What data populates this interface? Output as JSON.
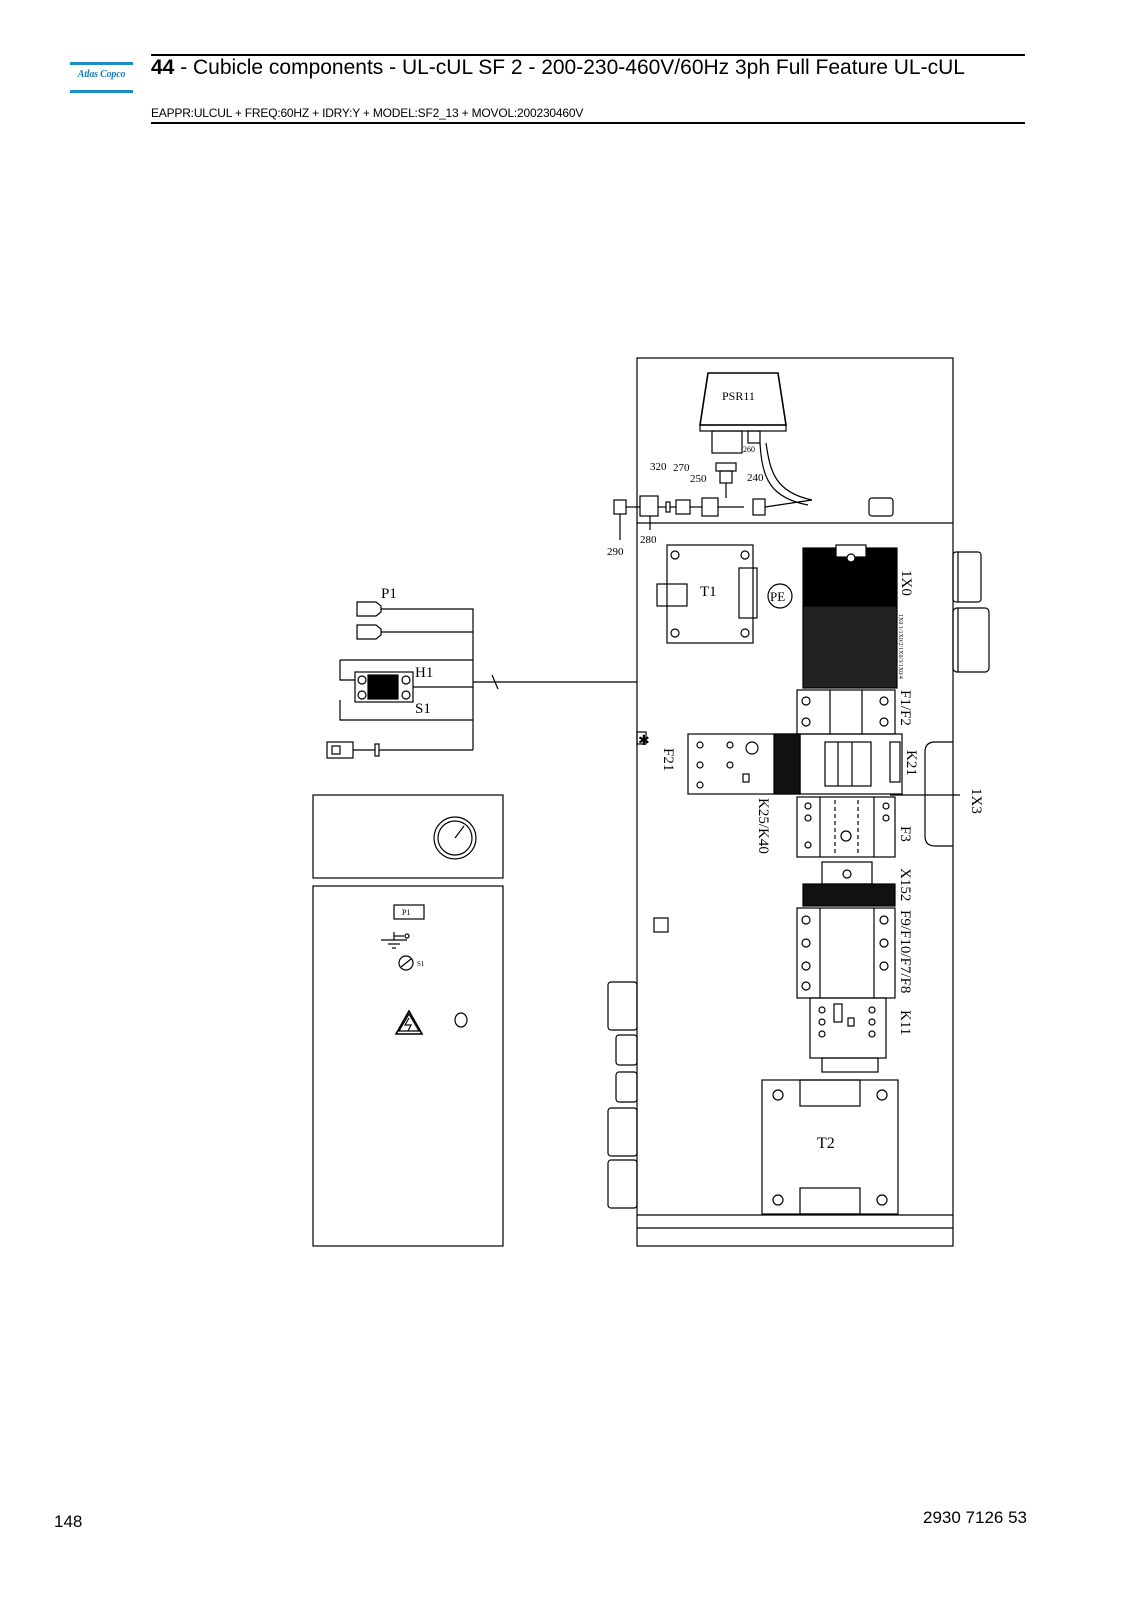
{
  "header": {
    "logo_text": "Atlas Copco",
    "title_number": "44",
    "title_text": " - Cubicle components - UL-cUL SF 2 - 200-230-460V/60Hz 3ph Full Feature UL-cUL",
    "subtitle": "EAPPR:ULCUL + FREQ:60HZ + IDRY:Y + MODEL:SF2_13 + MOVOL:200230460V"
  },
  "footer": {
    "page_number": "148",
    "document_number": "2930 7126 53"
  },
  "drawing": {
    "labels": {
      "psr11": "PSR11",
      "p260": "260",
      "p320": "320",
      "p270": "270",
      "p250": "250",
      "p240": "240",
      "p280": "280",
      "p290": "290",
      "t1": "T1",
      "pe": "PE",
      "x0": "1X0",
      "x0_small": "1X0 1/1X0/2/1X0/3/1X0/4",
      "f1f2": "F1/F2",
      "k21": "K21",
      "x3": "1X3",
      "f21": "F21",
      "k25k40": "K25/K40",
      "f3": "F3",
      "x152": "X152",
      "f9f10f7f8": "F9/F10/F7/F8",
      "k11": "K11",
      "t2": "T2",
      "p1": "P1",
      "h1": "H1",
      "s1": "S1",
      "p1_small": "P1",
      "s1_small": "S1"
    }
  }
}
